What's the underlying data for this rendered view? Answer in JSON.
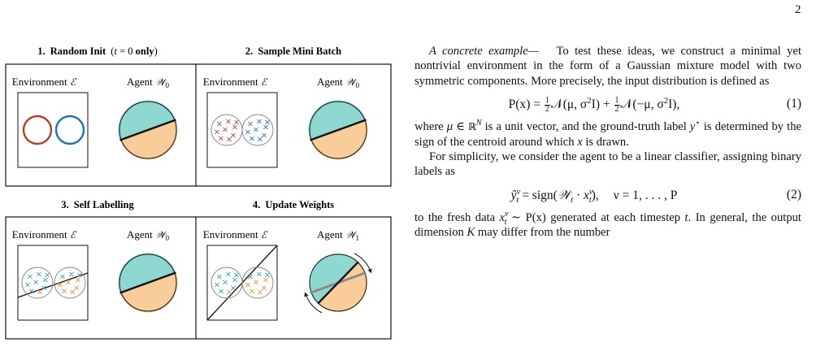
{
  "page_number": "2",
  "figure": {
    "panels": [
      {
        "number": "1.",
        "title": "Random Init",
        "note_prefix": "(",
        "note_var": "t",
        "note_mid": " = 0 ",
        "note_bold": "only",
        "note_suffix": ")",
        "agent_sub": "0"
      },
      {
        "number": "2.",
        "title": "Sample Mini Batch",
        "agent_sub": "0"
      },
      {
        "number": "3.",
        "title": "Self Labelling",
        "agent_sub": "0"
      },
      {
        "number": "4.",
        "title": "Update Weights",
        "agent_sub": "1"
      }
    ],
    "env_label": "Environment",
    "env_symbol": "ℰ",
    "agent_label": "Agent",
    "agent_symbol": "𝒲",
    "marker": "×",
    "colors": {
      "class_a": "#b5402a",
      "class_b": "#1f74b5",
      "agent_top": "#8fd8d2",
      "agent_bottom": "#f9cd9a",
      "label_teal": "#2aa69a",
      "label_orange": "#ef8c2a"
    }
  },
  "text": {
    "example_heading": "A concrete example—",
    "p1": "To test these ideas, we construct a minimal yet nontrivial environment in the form of a Gaussian mixture model with two symmetric components. More precisely, the input distribution is defined as",
    "eq1": {
      "lhs": "P(x) = ",
      "n1": "𝒩(μ, σ",
      "mid": "I) + ",
      "n2": "𝒩(−μ, σ",
      "end": "I),",
      "sq": "2",
      "half_num": "1",
      "half_den": "2",
      "number": "(1)"
    },
    "p2a": "where ",
    "p2_mu": "μ ∈ ",
    "p2_R": "ℝ",
    "p2_N": "N",
    "p2b": " is a unit vector, and the ground-truth label ",
    "p2_y": "y",
    "p2_star": "⋆",
    "p2c": " is determined by the sign of the centroid around which ",
    "p2_x": "x",
    "p2d": " is drawn.",
    "p3": "For simplicity, we consider the agent to be a linear classifier, assigning binary labels as",
    "eq2": {
      "y": "ŷ",
      "sub_t": "t",
      "sup_nu": "ν",
      "eq": " = sign(",
      "W": "𝒲",
      "dot": " · ",
      "x": "x",
      "close": "),",
      "range": "ν = 1, . . . , P",
      "number": "(2)"
    },
    "p4a": "to the fresh data ",
    "p4_x": "x",
    "p4_sub": "t",
    "p4_sup": "ν",
    "p4b": " ∼ P(x) generated at each timestep ",
    "p4_t": "t",
    "p4c": ". In general, the output dimension ",
    "p4_K": "K",
    "p4d": " may differ from the number"
  }
}
